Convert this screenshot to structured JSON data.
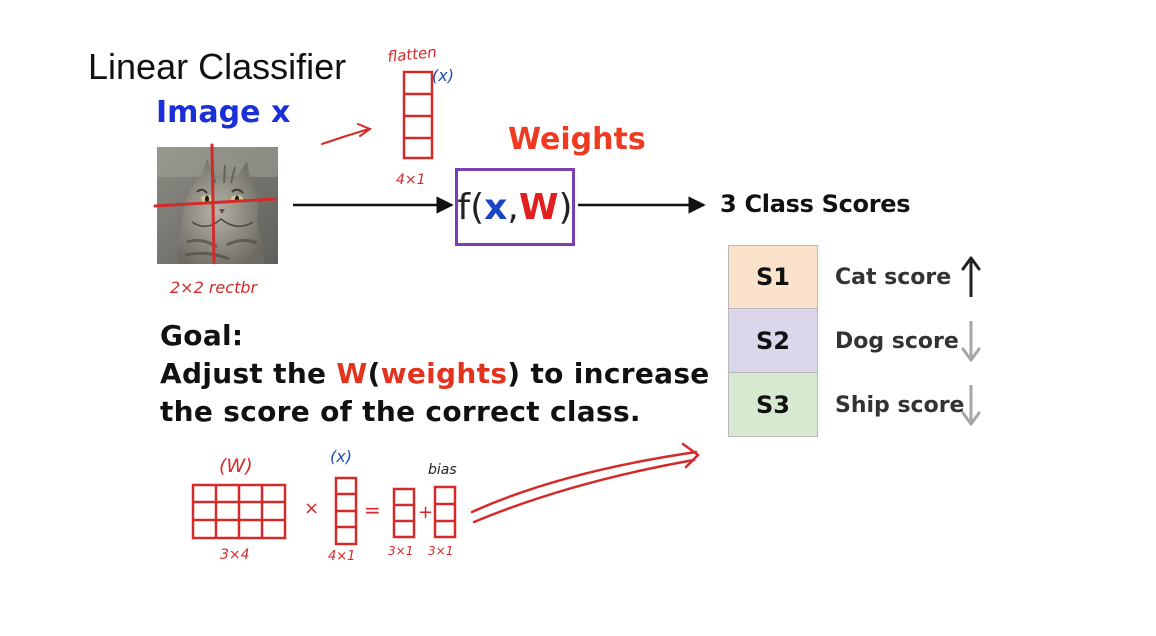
{
  "title": "Linear Classifier",
  "image_label": {
    "text": "Image",
    "var": "x"
  },
  "weights_label": "Weights",
  "function": {
    "prefix": "f(",
    "x": "x",
    "comma": ",",
    "w": "W",
    "suffix": ")"
  },
  "scores_title": "3 Class Scores",
  "scores": [
    {
      "id": "S1",
      "label": "Cat score",
      "color": "#fbe3cb",
      "trend": "up",
      "arrow_color": "#222222"
    },
    {
      "id": "S2",
      "label": "Dog score",
      "color": "#dcd6ea",
      "trend": "down",
      "arrow_color": "#a6a6a6"
    },
    {
      "id": "S3",
      "label": "Ship score",
      "color": "#d8e9d1",
      "trend": "down",
      "arrow_color": "#a6a6a6"
    }
  ],
  "goal": {
    "heading": "Goal:",
    "line2_pre": "Adjust the ",
    "line2_w": "W",
    "line2_open": "(",
    "line2_weights": "weights",
    "line2_post": ") to increase",
    "line3": "the score of the correct class."
  },
  "annotations": {
    "flatten": "flatten",
    "x_vec": "(x)",
    "x_dims": "4×1",
    "rect": "2×2 rectbr",
    "w_label": "(W)",
    "w_dims": "3×4",
    "times": "×",
    "x_label2": "(x)",
    "x_dims2": "4×1",
    "equals": "=",
    "plus": "+",
    "bias": "bias",
    "out_dims": "3×1",
    "bias_dims": "3×1"
  },
  "colors": {
    "handwriting_red": "#d42a2a",
    "handwriting_blue": "#1f4fb3",
    "box_purple": "#7a3fb0",
    "weights_red": "#ef3a22",
    "image_blue": "#1a2fd6"
  }
}
